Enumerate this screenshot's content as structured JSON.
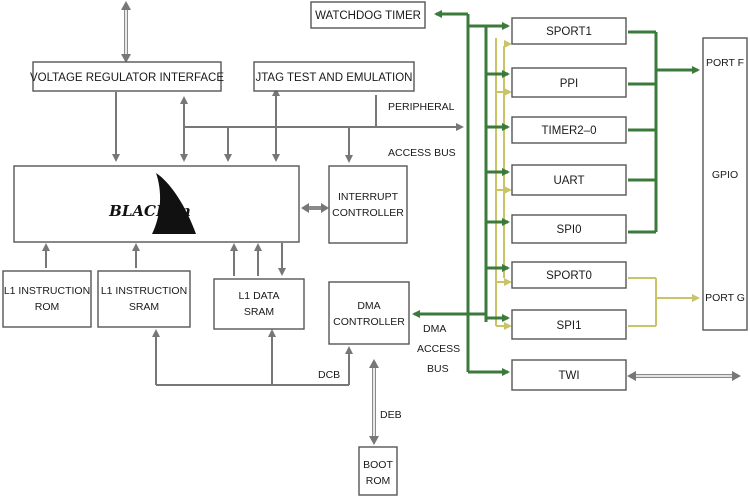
{
  "blocks": {
    "watchdog": "WATCHDOG TIMER",
    "voltage_regulator": "VOLTAGE REGULATOR INTERFACE",
    "jtag": "JTAG TEST AND EMULATION",
    "core_logo": "BLACKfin",
    "interrupt_line1": "INTERRUPT",
    "interrupt_line2": "CONTROLLER",
    "l1_rom_line1": "L1 INSTRUCTION",
    "l1_rom_line2": "ROM",
    "l1_sram_line1": "L1 INSTRUCTION",
    "l1_sram_line2": "SRAM",
    "l1_data_line1": "L1 DATA",
    "l1_data_line2": "SRAM",
    "dma_line1": "DMA",
    "dma_line2": "CONTROLLER",
    "boot_line1": "BOOT",
    "boot_line2": "ROM",
    "gpio_port_f": "PORT F",
    "gpio": "GPIO",
    "gpio_port_g": "PORT G"
  },
  "peripherals": [
    "SPORT1",
    "PPI",
    "TIMER2–0",
    "UART",
    "SPI0",
    "SPORT0",
    "SPI1",
    "TWI"
  ],
  "bus_labels": {
    "peripheral_line1": "PERIPHERAL",
    "peripheral_line2": "ACCESS BUS",
    "dma_bus_line1": "DMA",
    "dma_bus_line2": "ACCESS",
    "dma_bus_line3": "BUS",
    "dcb": "DCB",
    "deb": "DEB"
  },
  "colors": {
    "green_bus": "#3c7a3c",
    "yellow_bus": "#c9c466",
    "gray_bus": "#777777"
  }
}
